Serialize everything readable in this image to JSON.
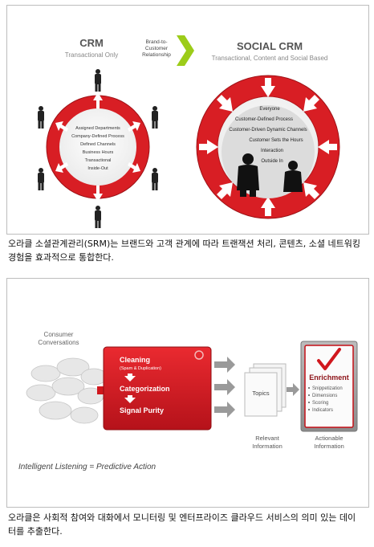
{
  "figure1": {
    "crm_title": "CRM",
    "crm_subtitle": "Transactional Only",
    "arrow_label_lines": [
      "Brand-to-",
      "Customer",
      "Relationship"
    ],
    "social_title": "SOCIAL CRM",
    "social_subtitle": "Transactional, Content and Social Based",
    "crm_items": [
      "Assigned Departments",
      "Company-Defined Process",
      "Defined Channels",
      "Business Hours",
      "Transactional",
      "Inside-Out"
    ],
    "social_items": [
      "Everyone",
      "Customer-Defined Process",
      "Customer-Driven Dynamic Channels",
      "Customer Sets the Hours",
      "Interaction",
      "Outside In"
    ],
    "colors": {
      "ring": "#d81e24",
      "arrow_green": "#9ccc19",
      "people": "#222222",
      "center": "#dcdcdc"
    }
  },
  "caption1": "오라클 소셜관계관리(SRM)는 브랜드와 고객 관계에 따라 트랜잭션 처리, 콘텐츠, 소셜 네트워킹 경험을 효과적으로 통합한다.",
  "figure2": {
    "consumer_label": [
      "Consumer",
      "Conversations"
    ],
    "process_steps": [
      "Cleaning",
      "(Spam & Duplication)",
      "Categorization",
      "Signal Purity"
    ],
    "topics_label": "Topics",
    "relevant_label": [
      "Relevant",
      "Information"
    ],
    "actionable_label": [
      "Actionable",
      "Information"
    ],
    "enrichment_title": "Enrichment",
    "enrichment_items": [
      "Snippetization",
      "Dimensions",
      "Scoring",
      "Indicators"
    ],
    "tagline": "Intelligent Listening = Predictive Action",
    "colors": {
      "red": "#d0171d",
      "grey": "#8f8f8f"
    }
  },
  "caption2": "오라클은 사회적 참여와 대화에서 모니터링 및 엔터프라이즈 클라우드 서비스의 의미 있는 데이터를 추출한다."
}
